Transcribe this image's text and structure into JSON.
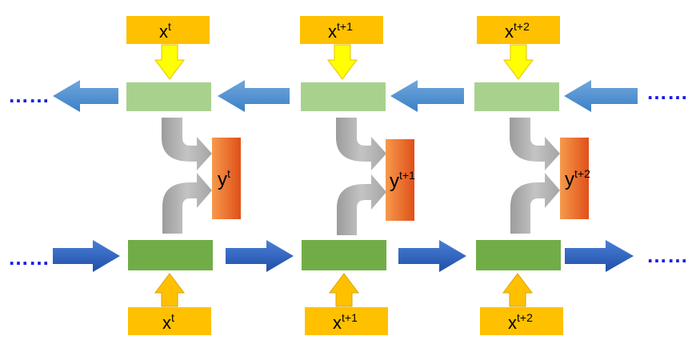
{
  "colors": {
    "input_box": "#ffc000",
    "hidden_backward": "#a9d18e",
    "hidden_forward": "#70ad47",
    "output_top": "#e2551f",
    "output_bottom": "#f4894a",
    "arrow_blue_top": "#5b9bd5",
    "arrow_blue_bottom": "#2e64c0",
    "arrow_yellow": "#ffff00",
    "arrow_orange": "#ffc000",
    "arrow_gray": "#a6a6a6",
    "dots": "#1a1ae6"
  },
  "ellipsis": "……",
  "steps": [
    {
      "input_base": "x",
      "input_sup": "t",
      "output_base": "y",
      "output_sup": "t"
    },
    {
      "input_base": "x",
      "input_sup": "t+1",
      "output_base": "y",
      "output_sup": "t+1"
    },
    {
      "input_base": "x",
      "input_sup": "t+2",
      "output_base": "y",
      "output_sup": "t+2"
    }
  ]
}
